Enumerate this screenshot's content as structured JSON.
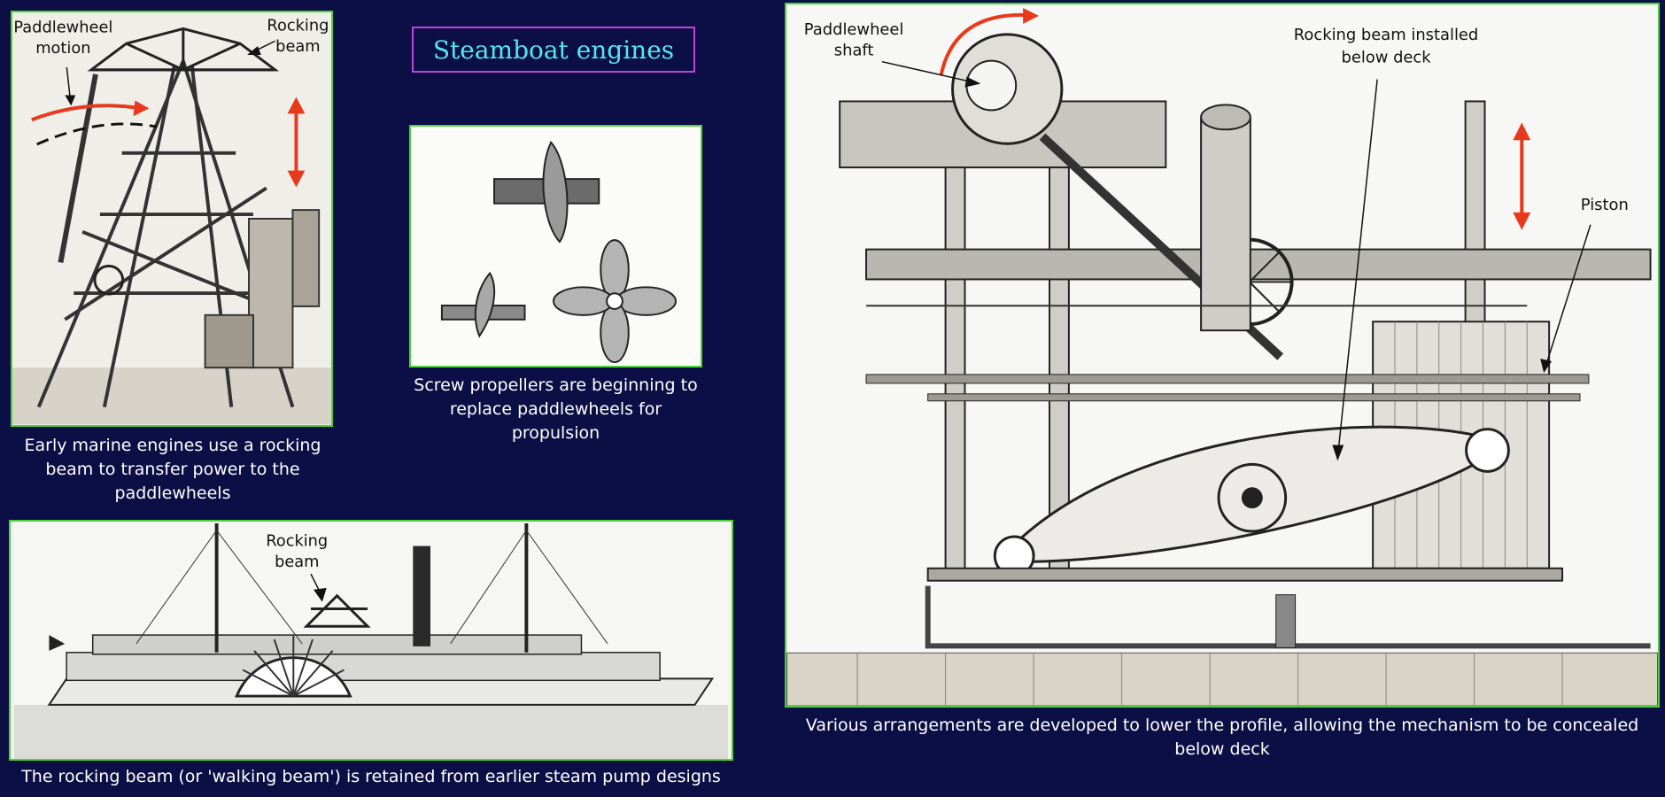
{
  "title": "Steamboat engines",
  "panels": {
    "early_engine": {
      "caption": "Early marine engines use a rocking beam to transfer power to the paddlewheels",
      "labels": {
        "paddlewheel_motion_1": "Paddlewheel",
        "paddlewheel_motion_2": "motion",
        "rocking_beam_1": "Rocking",
        "rocking_beam_2": "beam"
      }
    },
    "propellers": {
      "caption": "Screw propellers are beginning to replace paddlewheels for propulsion"
    },
    "steamboat_photo": {
      "caption": "The rocking beam (or 'walking beam') is retained from earlier steam pump designs",
      "labels": {
        "rocking_beam_1": "Rocking",
        "rocking_beam_2": "beam"
      }
    },
    "below_deck_engine": {
      "caption": "Various arrangements are developed to lower the profile, allowing the mechanism to be concealed below deck",
      "labels": {
        "paddlewheel_shaft_1": "Paddlewheel",
        "paddlewheel_shaft_2": "shaft",
        "rocking_beam_below_1": "Rocking beam installed",
        "rocking_beam_below_2": "below deck",
        "piston": "Piston"
      }
    }
  },
  "colors": {
    "background": "#0b0f45",
    "panel_border": "#4cd137",
    "title_border": "#c043d8",
    "title_text": "#54e6f0",
    "arrow": "#e8391c"
  }
}
